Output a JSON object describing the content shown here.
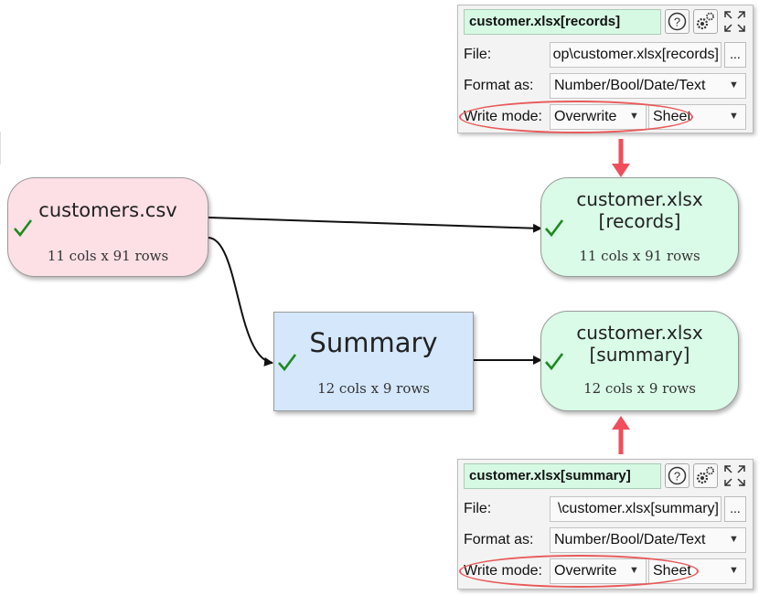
{
  "nodes": {
    "customers_csv": {
      "title": "customers.csv",
      "dims": "11 cols x 91 rows",
      "fill": "#fde0e6"
    },
    "records": {
      "title_line1": "customer.xlsx",
      "title_line2": "[records]",
      "dims": "11 cols x 91 rows",
      "fill": "#d9fbe8"
    },
    "summary_transform": {
      "title": "Summary",
      "dims": "12 cols x 9 rows",
      "fill": "#d4e7fb"
    },
    "summary_output": {
      "title_line1": "customer.xlsx",
      "title_line2": "[summary]",
      "dims": "12 cols x 9 rows",
      "fill": "#d9fbe8"
    }
  },
  "panels": {
    "records": {
      "title": "customer.xlsx[records]",
      "file_label": "File:",
      "file_value": "op\\customer.xlsx[records]",
      "browse_label": "...",
      "format_label": "Format as:",
      "format_value": "Number/Bool/Date/Text",
      "write_mode_label": "Write mode:",
      "write_mode_value": "Overwrite",
      "target_value": "Sheet"
    },
    "summary": {
      "title": "customer.xlsx[summary]",
      "file_label": "File:",
      "file_value": "\\customer.xlsx[summary]",
      "browse_label": "...",
      "format_label": "Format as:",
      "format_value": "Number/Bool/Date/Text",
      "write_mode_label": "Write mode:",
      "write_mode_value": "Overwrite",
      "target_value": "Sheet"
    }
  },
  "icons": {
    "check": "check-icon",
    "help": "help-icon",
    "settings": "gears-icon",
    "expand": "expand-icon",
    "dropdown": "chevron-down-icon"
  },
  "colors": {
    "check": "#1f8a1f",
    "callout_arrow": "#ef4f5b",
    "highlight_ellipse": "#e85a5a",
    "edge": "#111111"
  }
}
